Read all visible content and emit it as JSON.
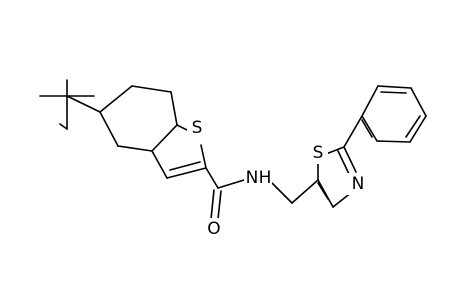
{
  "structure": {
    "atoms": {
      "sulfur_thiophene": "S",
      "nitrogen_amide": "N",
      "hydrogen_amide": "H",
      "oxygen_carbonyl": "O",
      "sulfur_thiazole": "S",
      "nitrogen_thiazole": "N"
    },
    "colors": {
      "bond": "#000000",
      "label": "#000000",
      "background": "#ffffff"
    }
  }
}
